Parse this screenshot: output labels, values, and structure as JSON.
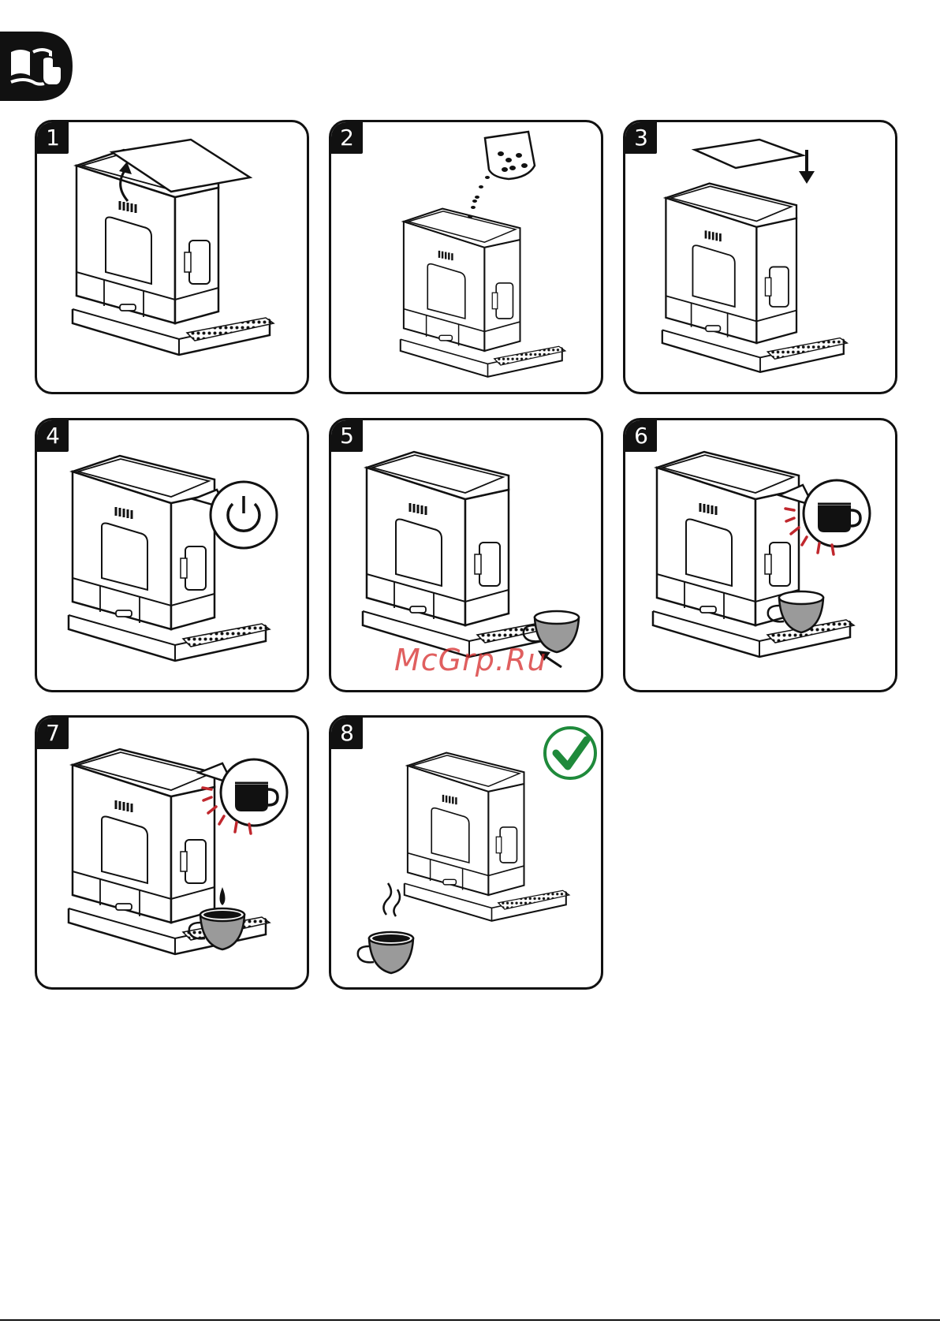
{
  "header": {
    "icon": "manual-read-icon"
  },
  "steps": [
    {
      "number": "1",
      "icon": "lift-lid-icon"
    },
    {
      "number": "2",
      "icon": "pour-beans-icon"
    },
    {
      "number": "3",
      "icon": "close-lid-icon"
    },
    {
      "number": "4",
      "icon": "power-icon"
    },
    {
      "number": "5",
      "icon": "place-cup-icon"
    },
    {
      "number": "6",
      "icon": "espresso-button-blinking-icon"
    },
    {
      "number": "7",
      "icon": "dispensing-coffee-icon"
    },
    {
      "number": "8",
      "icon": "check-mark-icon"
    }
  ],
  "watermark": "McGrp.Ru",
  "colors": {
    "ink": "#111111",
    "blink": "#c0272d",
    "check": "#1f8a3b",
    "cup": "#8a8a8a"
  }
}
